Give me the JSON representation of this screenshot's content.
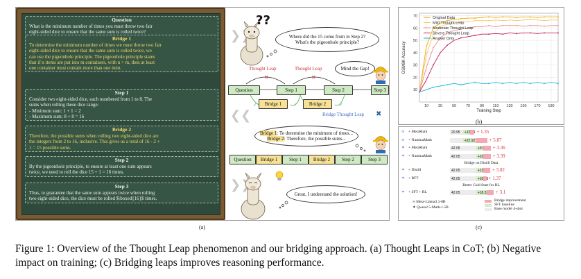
{
  "panel_a": {
    "label": "(a)",
    "board": [
      {
        "key": "question",
        "title": "Question",
        "type": "q",
        "lines": [
          "What is the minimum number of times you must throw two fair",
          "eight-sided dice to ensure that the same sum is rolled twice?"
        ]
      },
      {
        "key": "bridge1",
        "title": "Bridge 1",
        "type": "bridge",
        "lines": [
          "To determine the minimum number of times we must throw two fair",
          "eight-sided dice to ensure that the same sum is rolled twice, we",
          "can use the pigeonhole principle. The pigeonhole principle states",
          "that if n items are put into m containers, with n > m, then at least",
          "one container must contain more than one item."
        ]
      },
      {
        "key": "step1",
        "title": "Step 1",
        "type": "step",
        "lines": [
          "Consider two eight-sided dice, each numbered from 1 to 8. The",
          "sums when rolling these dice range:",
          "- Minimum sum: 1 + 1 = 2",
          "- Maximum sum: 8 + 8 = 16"
        ]
      },
      {
        "key": "bridge2",
        "title": "Bridge 2",
        "type": "bridge",
        "lines": [
          "Therefore, the possible sums when rolling two eight-sided dice are",
          "the integers from 2 to 16, inclusive. This gives us a total of 16 - 2 +",
          "1 = 15 possible sums."
        ]
      },
      {
        "key": "step2",
        "title": "Step 2",
        "type": "step",
        "lines": [
          "By the pigeonhole principle, to ensure at least one sum appears",
          "twice, we need to roll the dice 15 + 1 = 16 times."
        ]
      },
      {
        "key": "step3",
        "title": "Step 3",
        "type": "step",
        "lines": [
          "Thus, to guarantee that the same sum appears twice when rolling",
          "two eight-sided dice, the dice must be rolled $\\boxed{16}$ times."
        ]
      }
    ],
    "qmarks": "??",
    "bubble1": [
      "Where did the 15 come from in Step 2?",
      "What's the pigeonhole principle?"
    ],
    "mind_gap": "Mind the Gap!",
    "thought_leap_1": "Thought Leap",
    "thought_leap_2": "Thought Leap",
    "chain_top": [
      "Question",
      "Step 1",
      "Step 2",
      "Step 3"
    ],
    "bridges_mid": [
      "Bridge 1",
      "Bridge 2"
    ],
    "bridge_leap_label": "Bridge Thought Leap",
    "bubble2": [
      {
        "tag": "Bridge 1",
        "text": ": To determine the minimum of times..."
      },
      {
        "tag": "Bridge 2",
        "text": ": Therefore, the possible sums..."
      }
    ],
    "chain_bottom": [
      {
        "t": "Question",
        "c": "g"
      },
      {
        "t": "Bridge 1",
        "c": "y"
      },
      {
        "t": "Step 1",
        "c": "g"
      },
      {
        "t": "Bridge 2",
        "c": "y"
      },
      {
        "t": "Step 2",
        "c": "g"
      },
      {
        "t": "Step 3",
        "c": "g"
      }
    ],
    "bubble3": "Great, I understand the solution!"
  },
  "panel_b": {
    "label": "(b)",
    "chart_data": {
      "type": "line",
      "xlabel": "Training Step",
      "ylabel": "GSM8K Accuracy",
      "xlim": [
        0,
        200
      ],
      "ylim": [
        0,
        72
      ],
      "xticks": [
        10,
        30,
        50,
        70,
        90,
        110,
        130,
        150,
        170,
        190
      ],
      "yticks": [
        10,
        20,
        30,
        40,
        50,
        60,
        70
      ],
      "grid": true,
      "legend": "top-left",
      "series": [
        {
          "name": "Original Data",
          "color": "#f0a500",
          "x": [
            0,
            10,
            20,
            30,
            40,
            50,
            60,
            70,
            80,
            90,
            100,
            110,
            120,
            130,
            140,
            150,
            160,
            170,
            180,
            190,
            200
          ],
          "y": [
            8,
            45,
            60,
            64,
            66,
            67,
            67.5,
            68,
            68,
            68.5,
            69,
            68.5,
            69,
            69,
            68.5,
            69,
            69,
            68.5,
            69,
            69,
            69
          ]
        },
        {
          "name": "Mild Thought Leap",
          "color": "#f5c86b",
          "x": [
            0,
            10,
            20,
            30,
            40,
            50,
            60,
            70,
            80,
            90,
            100,
            110,
            120,
            130,
            140,
            150,
            160,
            170,
            180,
            190,
            200
          ],
          "y": [
            8,
            38,
            55,
            61,
            63,
            64,
            65,
            65,
            66,
            66,
            66,
            66.5,
            66,
            66.5,
            66,
            66.5,
            67,
            66.5,
            66,
            66.5,
            66.5
          ]
        },
        {
          "name": "Moderate Thought Leap",
          "color": "#e88a8a",
          "x": [
            0,
            10,
            20,
            30,
            40,
            50,
            60,
            70,
            80,
            90,
            100,
            110,
            120,
            130,
            140,
            150,
            160,
            170,
            180,
            190,
            200
          ],
          "y": [
            8,
            28,
            44,
            52,
            56,
            58,
            59,
            60,
            61,
            61,
            62,
            61,
            62,
            62,
            62,
            61.5,
            62,
            62,
            61.5,
            62,
            62
          ]
        },
        {
          "name": "Severe Thought Leap",
          "color": "#c2185b",
          "x": [
            0,
            10,
            20,
            30,
            40,
            50,
            60,
            70,
            80,
            90,
            100,
            110,
            120,
            130,
            140,
            150,
            160,
            170,
            180,
            190,
            200
          ],
          "y": [
            8,
            18,
            30,
            40,
            46,
            50,
            52,
            53,
            54,
            55,
            55,
            55.5,
            55,
            56,
            55.5,
            56,
            56,
            55.5,
            56,
            56,
            56
          ]
        },
        {
          "name": "Answer Only",
          "color": "#17b2d8",
          "x": [
            0,
            10,
            20,
            30,
            40,
            50,
            60,
            70,
            80,
            90,
            100,
            110,
            120,
            130,
            140,
            150,
            160,
            170,
            180,
            190,
            200
          ],
          "y": [
            8,
            10,
            12,
            13,
            14,
            15,
            14,
            15,
            16,
            15,
            15,
            16,
            15,
            16,
            15,
            16,
            15,
            16,
            15,
            16,
            15
          ]
        }
      ]
    }
  },
  "panel_c": {
    "label": "(c)",
    "chart_data": {
      "type": "bar",
      "rows": [
        {
          "name": "MetaMath",
          "model": "llama",
          "base": 20.95,
          "sft": "+12.14",
          "gain": "+ 1.35",
          "bridge_frac": 0.11
        },
        {
          "name": "NuminaMath",
          "model": "llama",
          "base": null,
          "sft": "+22.92",
          "gain": "+ 5.87",
          "bridge_frac": 0.27
        },
        {
          "name": "MetaMath",
          "model": "qwen",
          "base": 42.05,
          "sft": "+0.5",
          "gain": "+ 3.36",
          "bridge_frac": 0.18
        },
        {
          "name": "NuminaMath",
          "model": "qwen",
          "base": 42.05,
          "sft": "+10.82",
          "gain": "+ 3.39",
          "bridge_frac": 0.18
        },
        {
          "section": "Bridge on Distill Data"
        },
        {
          "name": "Distill",
          "model": "qwen",
          "base": 42.05,
          "sft": "+13.01",
          "gain": "+ 3.02",
          "bridge_frac": 0.16
        },
        {
          "name": "RFT",
          "model": "qwen",
          "base": 42.05,
          "sft": "+10.39",
          "gain": "+ 1.37",
          "bridge_frac": 0.08
        },
        {
          "section": "Better Cold Start for RL"
        },
        {
          "name": "SFT + RL",
          "model": "qwen",
          "base": 42.05,
          "sft": "+18.33",
          "gain": "+ 3.1",
          "bridge_frac": 0.17
        }
      ],
      "legend_models": [
        "Meta-Llama3.1-8B",
        "Qwen2.5-Math-1.5B"
      ],
      "legend_bars": [
        "Bridge improvement",
        "SFT baseline",
        "Base model 4-shot"
      ]
    }
  },
  "caption": "Figure 1: Overview of the Thought Leap phenomenon and our bridging approach. (a) Thought Leaps in CoT; (b) Negative impact on training; (c) Bridging leaps improves reasoning performance."
}
